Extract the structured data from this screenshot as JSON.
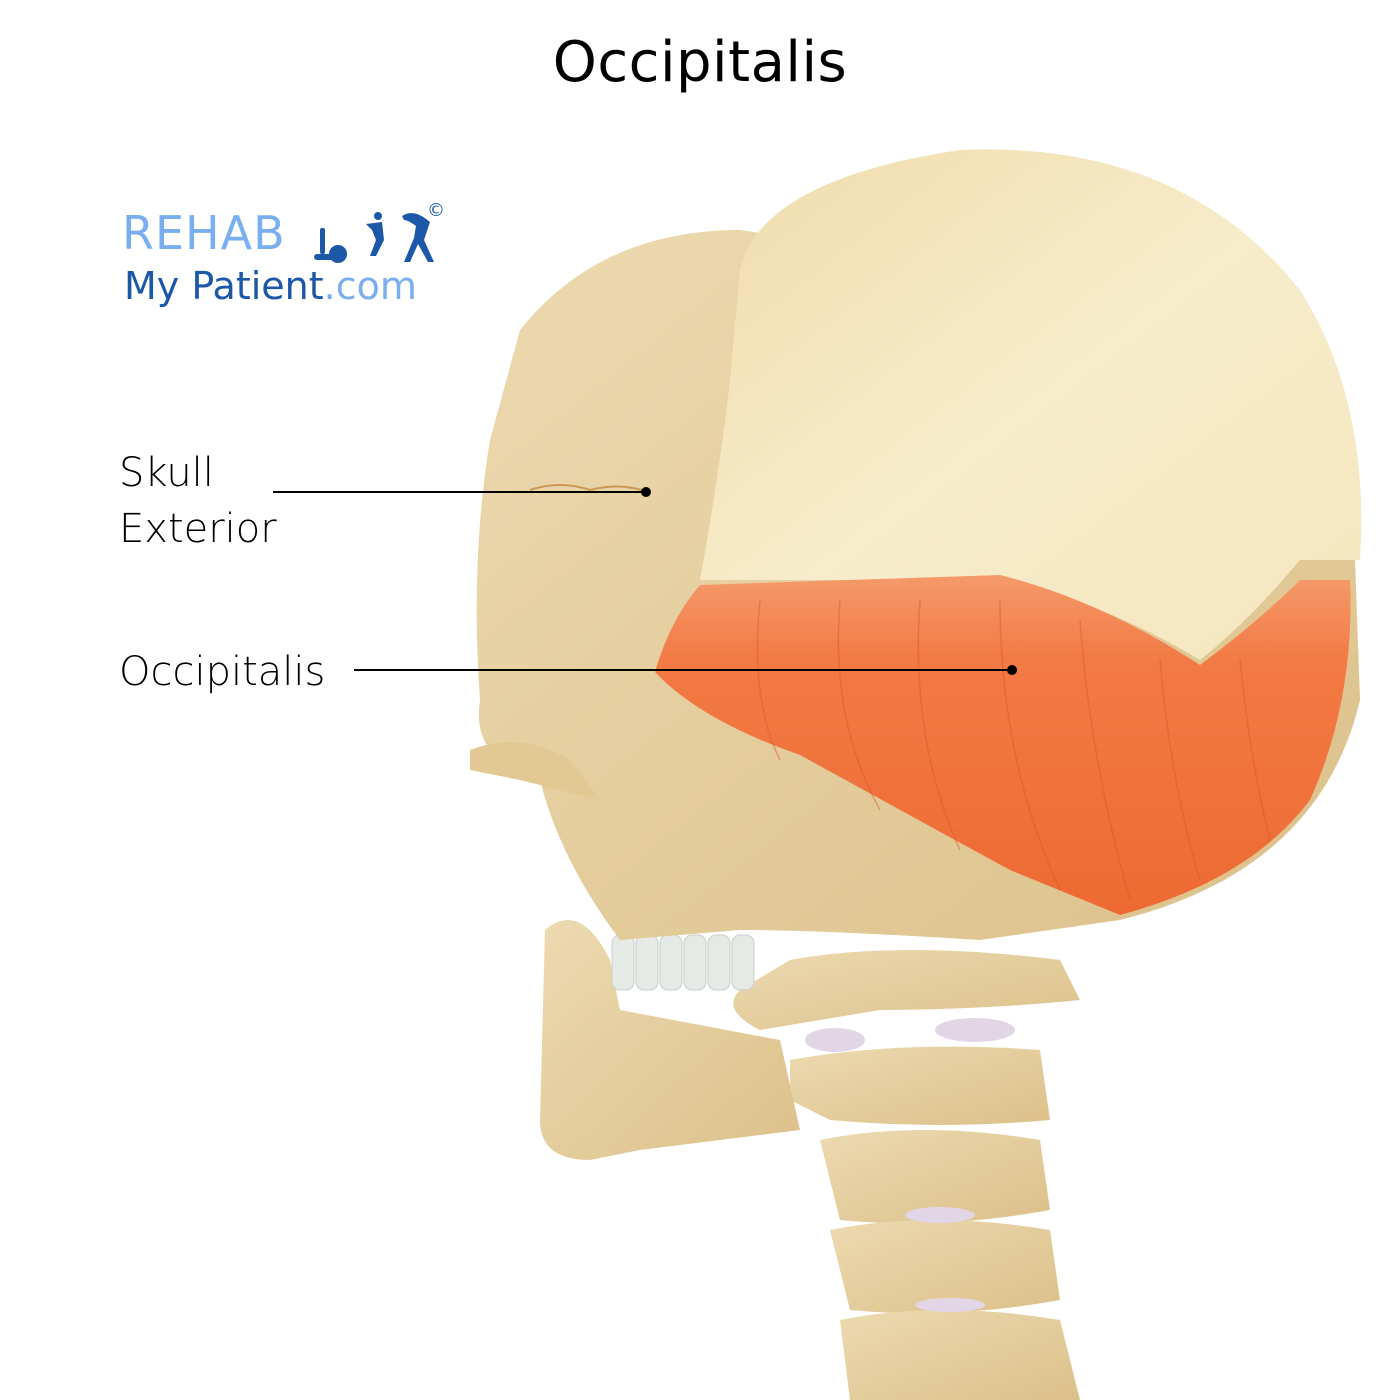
{
  "title": "Occipitalis",
  "logo": {
    "line1": "REHAB",
    "line2_main": "My Patient",
    "line2_suffix": ".com",
    "copyright": "©",
    "colors": {
      "light_blue": "#79aef0",
      "dark_blue": "#1c57a8"
    }
  },
  "labels": [
    {
      "id": "skull-exterior",
      "lines": [
        "Skull",
        "Exterior"
      ]
    },
    {
      "id": "occipitalis",
      "lines": [
        "Occipitalis"
      ]
    }
  ],
  "colors": {
    "bone": "#e8d3a6",
    "galea": "#f3e6bd",
    "muscle": "#f0703a",
    "disc": "#ddd0e0",
    "teeth": "#e4e8e4"
  }
}
